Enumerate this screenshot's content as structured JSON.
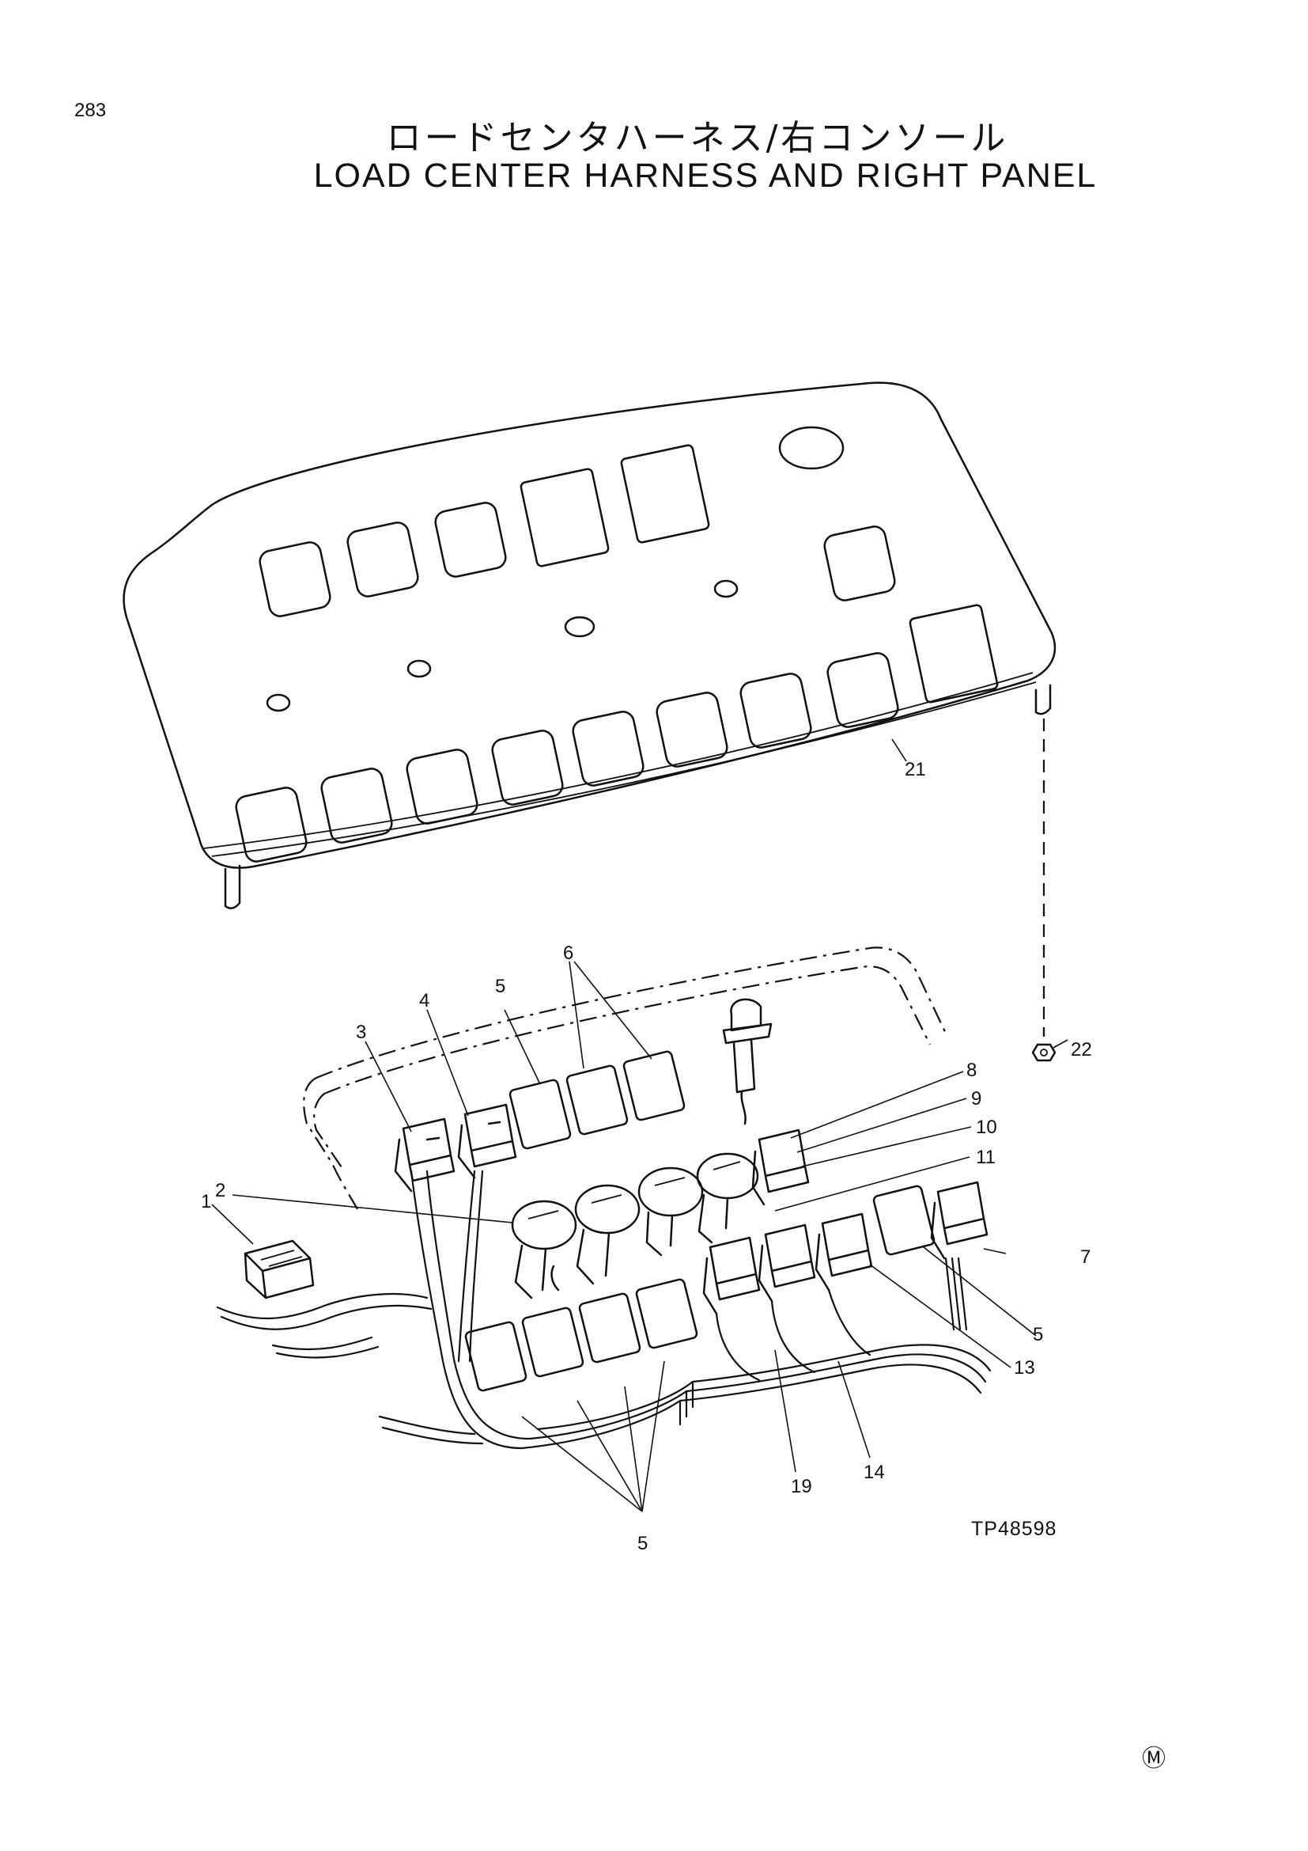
{
  "page": {
    "number": "283",
    "title_jp": "ロードセンタハーネス/右コンソール",
    "title_en": "LOAD CENTER HARNESS AND RIGHT PANEL",
    "figure_id": "TP48598",
    "mark": "Ⓜ"
  },
  "callouts": {
    "c1": "1",
    "c2": "2",
    "c3": "3",
    "c4": "4",
    "c5a": "5",
    "c6": "6",
    "c7": "7",
    "c8": "8",
    "c9": "9",
    "c10": "10",
    "c11": "11",
    "c5b": "5",
    "c13": "13",
    "c14": "14",
    "c19": "19",
    "c5c": "5",
    "c21": "21",
    "c22": "22"
  }
}
